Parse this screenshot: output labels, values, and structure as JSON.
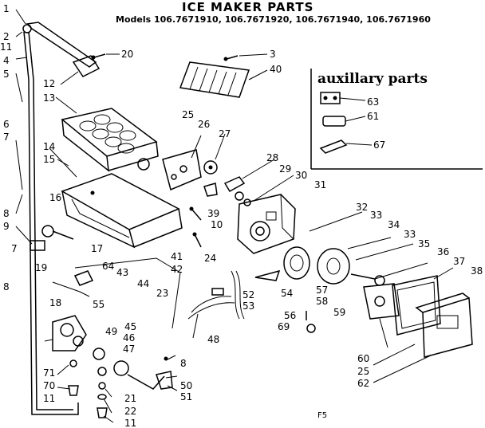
{
  "title": "ICE MAKER PARTS",
  "models": "Models 106.7671910, 106.7671920, 106.7671940, 106.7671960",
  "aux_heading": "auxillary parts",
  "footer_code": "F5",
  "callouts": {
    "c1": "1",
    "c2": "2",
    "c11a": "11",
    "c4": "4",
    "c5": "5",
    "c6": "6",
    "c7": "7",
    "c8a": "8",
    "c9": "9",
    "c7b": "7",
    "c8b": "8",
    "c12": "12",
    "c13": "13",
    "c20": "20",
    "c3": "3",
    "c40": "40",
    "c63": "63",
    "c61": "61",
    "c67": "67",
    "c25a": "25",
    "c26": "26",
    "c27": "27",
    "c28": "28",
    "c29": "29",
    "c30": "30",
    "c31": "31",
    "c14": "14",
    "c15": "15",
    "c16": "16",
    "c39": "39",
    "c10": "10",
    "c24": "24",
    "c17": "17",
    "c19": "19",
    "c64": "64",
    "c43": "43",
    "c55": "55",
    "c41": "41",
    "c42": "42",
    "c44": "44",
    "c23": "23",
    "c32": "32",
    "c33a": "33",
    "c34": "34",
    "c33b": "33",
    "c35": "35",
    "c36": "36",
    "c37": "37",
    "c38": "38",
    "c52": "52",
    "c53": "53",
    "c54": "54",
    "c57": "57",
    "c58": "58",
    "c59": "59",
    "c56": "56",
    "c69": "69",
    "c18": "18",
    "c49": "49",
    "c45": "45",
    "c46": "46",
    "c47": "47",
    "c48": "48",
    "c71": "71",
    "c70": "70",
    "c11b": "11",
    "c21": "21",
    "c22": "22",
    "c11c": "11",
    "c8c": "8",
    "c50": "50",
    "c51": "51",
    "c60": "60",
    "c25b": "25",
    "c62": "62"
  }
}
